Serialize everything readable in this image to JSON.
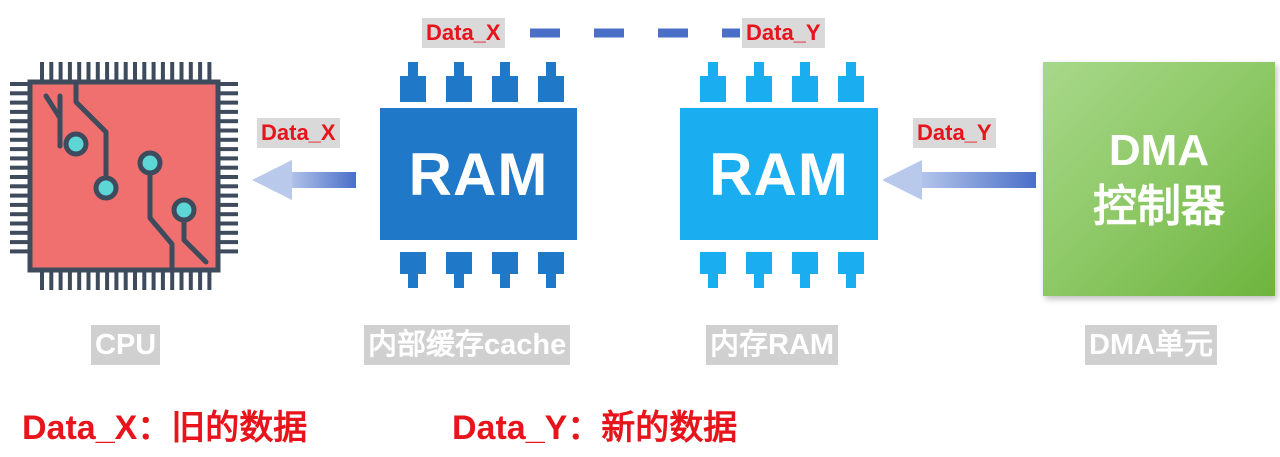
{
  "colors": {
    "cpu": "#f07070",
    "cpu_pin": "#3d4b5c",
    "trace_node": "#5ed6d6",
    "ram_cache": "#1f78c8",
    "ram_memory": "#1aaef0",
    "dma_green": "#8dc866",
    "arrow_blue": "#4a6fc8",
    "label_red": "#e8141b"
  },
  "tags": {
    "top_left": "Data_X",
    "top_right": "Data_Y",
    "cpu_arrow": "Data_X",
    "dma_arrow": "Data_Y"
  },
  "ram_cache": {
    "label": "RAM"
  },
  "ram_memory": {
    "label": "RAM"
  },
  "dma": {
    "line1": "DMA",
    "line2": "控制器"
  },
  "captions": {
    "cpu": "CPU",
    "cache": "内部缓存cache",
    "memory": "内存RAM",
    "dma": "DMA单元"
  },
  "legend": {
    "old": "Data_X：旧的数据",
    "new": "Data_Y：新的数据"
  }
}
